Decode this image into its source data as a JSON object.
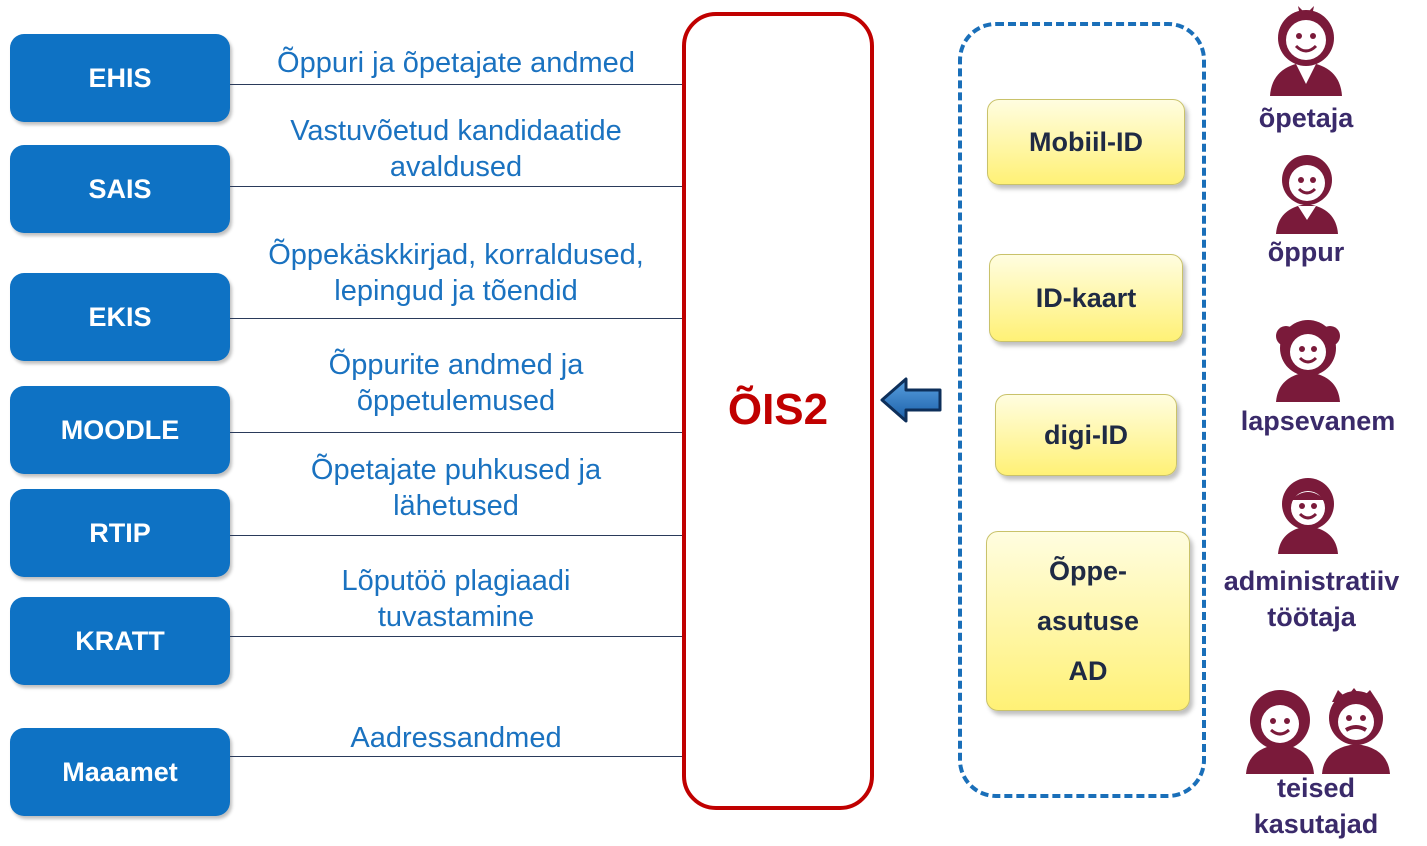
{
  "systems": [
    "EHIS",
    "SAIS",
    "EKIS",
    "MOODLE",
    "RTIP",
    "KRATT",
    "Maaamet"
  ],
  "flows": [
    [
      "Õppuri ja õpetajate andmed"
    ],
    [
      "Vastuvõetud kandidaatide",
      "avaldused"
    ],
    [
      "Õppekäskkirjad, korraldused,",
      "lepingud ja tõendid"
    ],
    [
      "Õppurite andmed ja",
      "õppetulemused"
    ],
    [
      "Õpetajate puhkused ja",
      "lähetused"
    ],
    [
      "Lõputöö plagiaadi",
      "tuvastamine"
    ],
    [
      "Aadressandmed"
    ]
  ],
  "core": "ÕIS2",
  "auth_methods": [
    "Mobiil-ID",
    "ID-kaart",
    "digi-ID",
    "Õppe-",
    "asutuse",
    "AD"
  ],
  "roles": [
    [
      "õpetaja"
    ],
    [
      "õppur"
    ],
    [
      "lapsevanem"
    ],
    [
      "administratiiv",
      "töötaja"
    ],
    [
      "teised",
      "kasutajad"
    ]
  ],
  "colors": {
    "system_box": "#0e72c4",
    "flow_text": "#1a72c0",
    "core_border": "#c00000",
    "auth_frame": "#1a6fb9",
    "auth_box": "#fff176",
    "role_icon": "#7a1a3a",
    "role_text": "#3a2a6a"
  }
}
